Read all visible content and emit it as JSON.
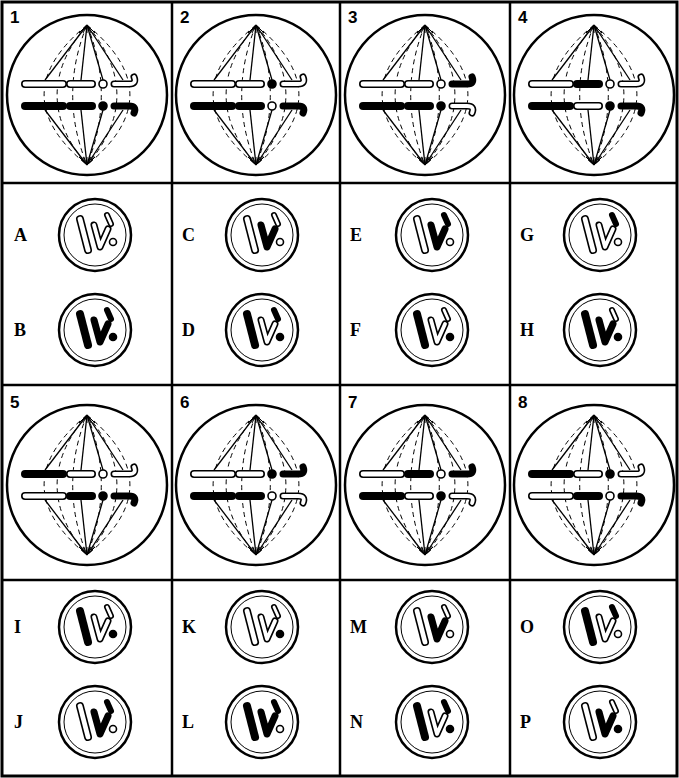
{
  "diagram": {
    "labels": [
      "1",
      "2",
      "3",
      "4",
      "A",
      "B",
      "C",
      "D",
      "E",
      "F",
      "G",
      "H",
      "5",
      "6",
      "7",
      "8",
      "I",
      "J",
      "K",
      "L",
      "M",
      "N",
      "O",
      "P"
    ]
  }
}
